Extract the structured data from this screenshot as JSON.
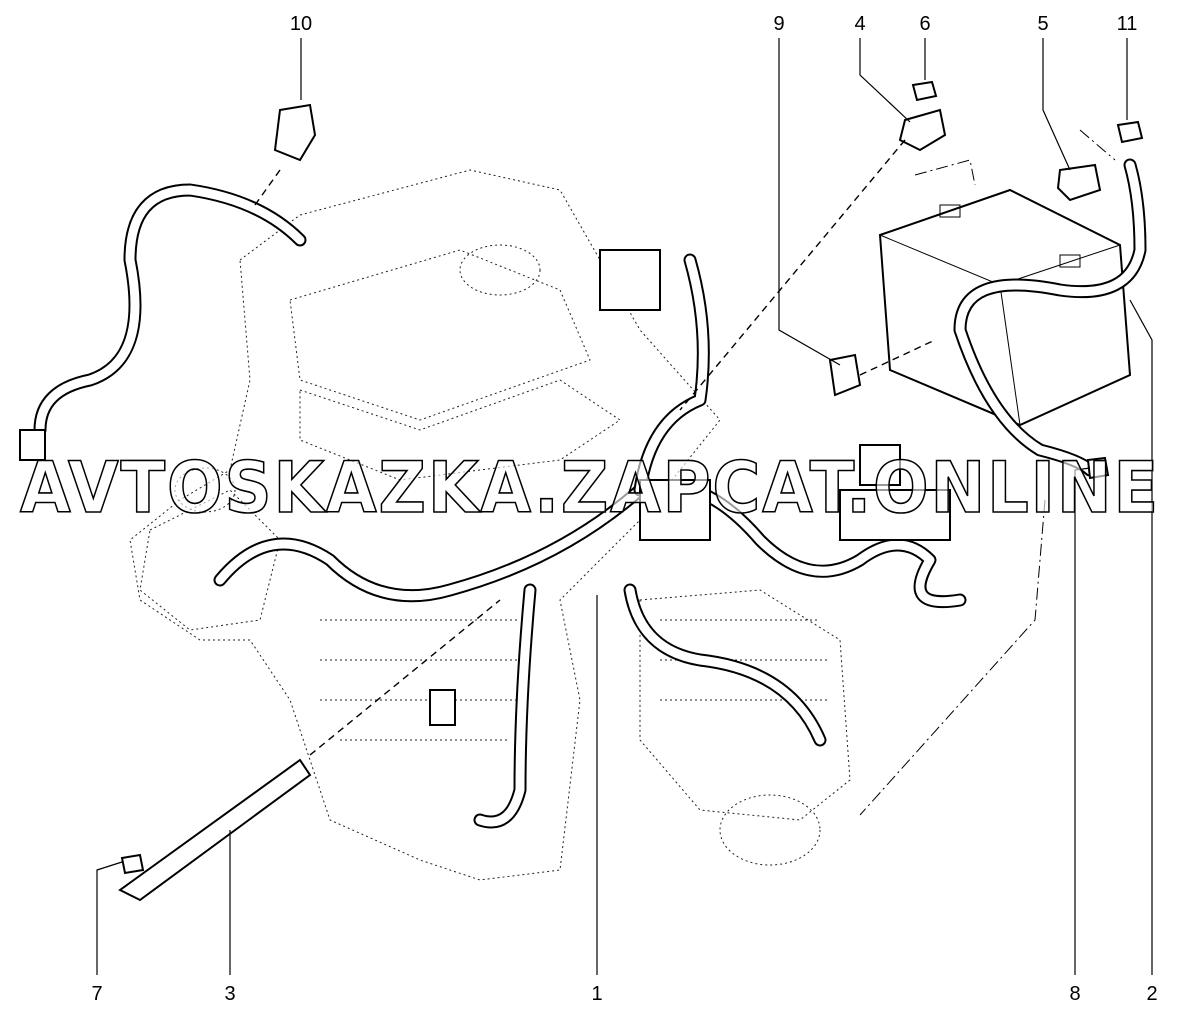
{
  "diagram": {
    "callouts": [
      {
        "id": "callout-10",
        "text": "10"
      },
      {
        "id": "callout-9",
        "text": "9"
      },
      {
        "id": "callout-4",
        "text": "4"
      },
      {
        "id": "callout-6",
        "text": "6"
      },
      {
        "id": "callout-5",
        "text": "5"
      },
      {
        "id": "callout-11",
        "text": "11"
      },
      {
        "id": "callout-7",
        "text": "7"
      },
      {
        "id": "callout-3",
        "text": "3"
      },
      {
        "id": "callout-1",
        "text": "1"
      },
      {
        "id": "callout-8",
        "text": "8"
      },
      {
        "id": "callout-2",
        "text": "2"
      }
    ],
    "watermark": "AVTOSKAZKA.ZAPCAT.ONLINE"
  }
}
